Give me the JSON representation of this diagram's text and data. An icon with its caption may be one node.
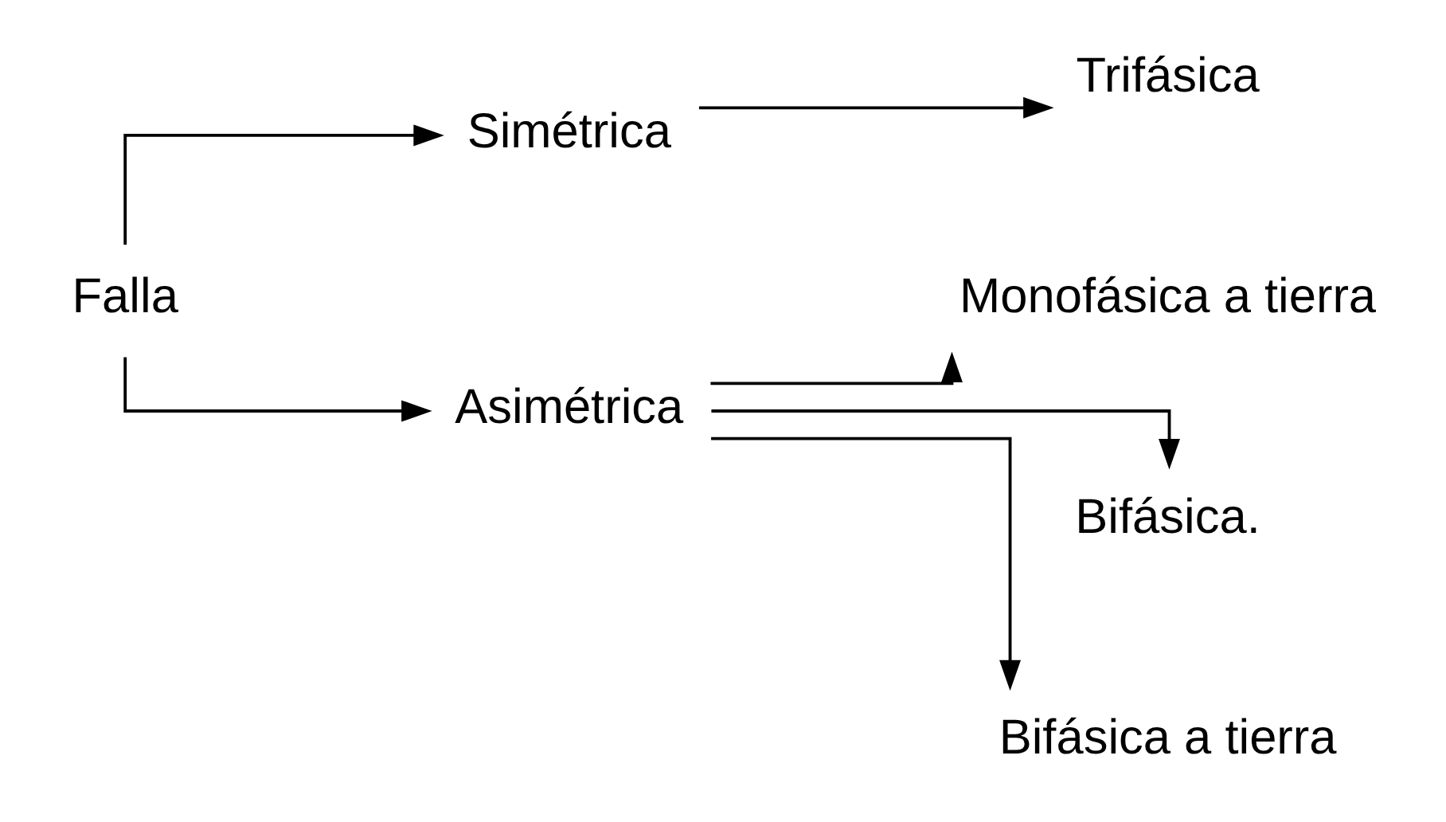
{
  "diagram": {
    "nodes": [
      {
        "text": [
          "Falla"
        ]
      },
      {
        "text": [
          "Simétrica"
        ]
      },
      {
        "text": [
          "Trifásica"
        ]
      },
      {
        "text": [
          "Asimétrica"
        ]
      },
      {
        "text": [
          "Monofásica a tierra"
        ]
      },
      {
        "text": [
          "Bifásica."
        ]
      },
      {
        "text": [
          "Bifásica a tierra"
        ]
      }
    ],
    "edges": [
      {
        "from": 0,
        "to": 1,
        "arrow": "to"
      },
      {
        "from": 0,
        "to": 3,
        "arrow": "to"
      },
      {
        "from": 1,
        "to": 2,
        "arrow": "to"
      },
      {
        "from": 3,
        "to": 4,
        "arrow": "to"
      },
      {
        "from": 3,
        "to": 5,
        "arrow": "to"
      },
      {
        "from": 3,
        "to": 6,
        "arrow": "to"
      }
    ]
  }
}
